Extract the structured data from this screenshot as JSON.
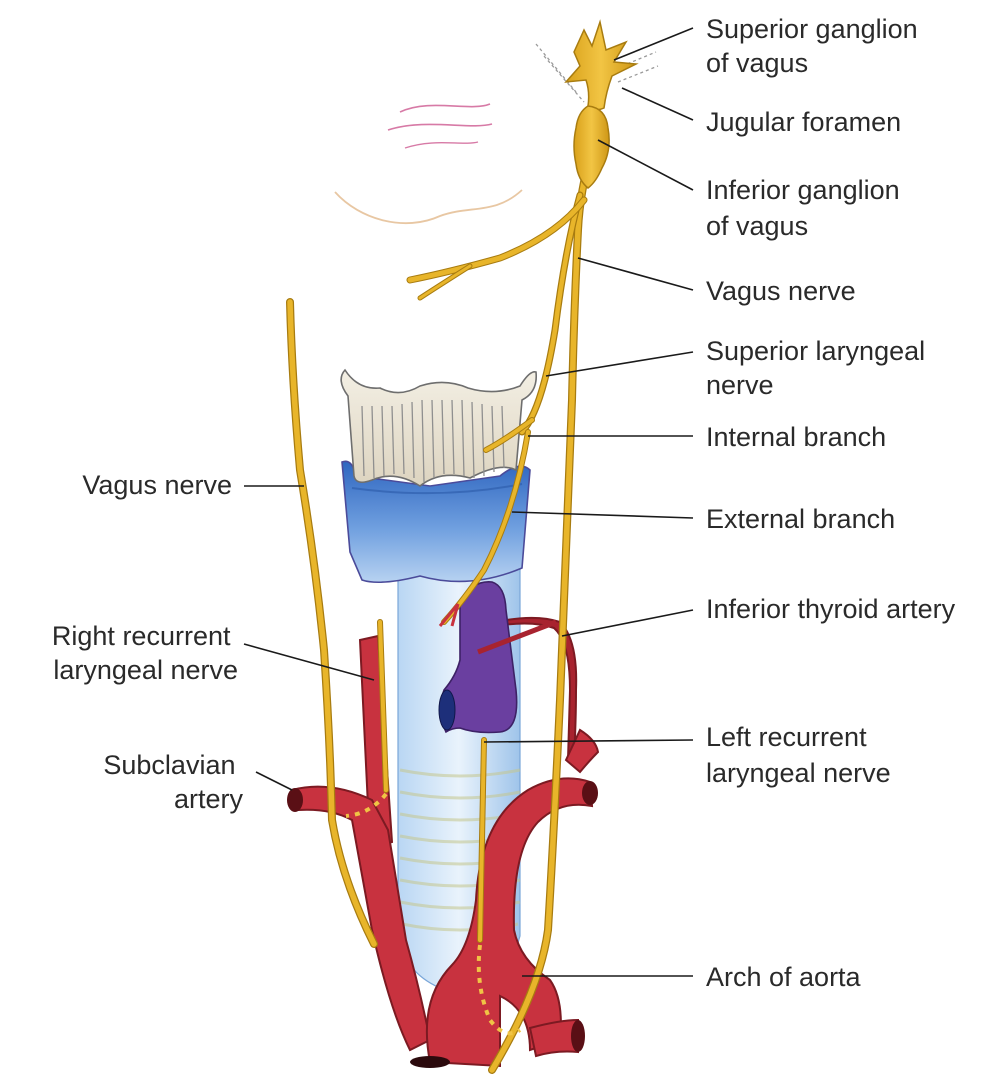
{
  "labels": {
    "superior_ganglion": [
      "Superior ganglion",
      "of vagus"
    ],
    "jugular_foramen": [
      "Jugular foramen"
    ],
    "inferior_ganglion": [
      "Inferior ganglion",
      "of vagus"
    ],
    "vagus_nerve_left": [
      "Vagus nerve"
    ],
    "superior_laryngeal": [
      "Superior laryngeal",
      "nerve"
    ],
    "internal_branch": [
      "Internal branch"
    ],
    "external_branch": [
      "External branch"
    ],
    "inferior_thyroid_artery": [
      "Inferior thyroid artery"
    ],
    "left_recurrent_laryngeal": [
      "Left recurrent",
      "laryngeal nerve"
    ],
    "arch_of_aorta": [
      "Arch of aorta"
    ],
    "vagus_nerve_right": [
      "Vagus nerve"
    ],
    "right_recurrent_laryngeal": [
      "Right recurrent",
      "laryngeal nerve"
    ],
    "subclavian_artery": [
      "Subclavian",
      "artery"
    ]
  },
  "colors": {
    "nerve": "#e8b52a",
    "nerve_outline": "#a87c10",
    "artery": "#c8323f",
    "artery_dark": "#8e1d27",
    "thyroid_cartilage": "#efe9dc",
    "cricoid_blue": "#4d85d2",
    "trachea_light": "#cde3f8",
    "thyroid_gland": "#6a3fa0",
    "skull_line_pink": "#d77aa6",
    "skull_line_tan": "#e8c7a3",
    "text": "#2a2a2a"
  }
}
